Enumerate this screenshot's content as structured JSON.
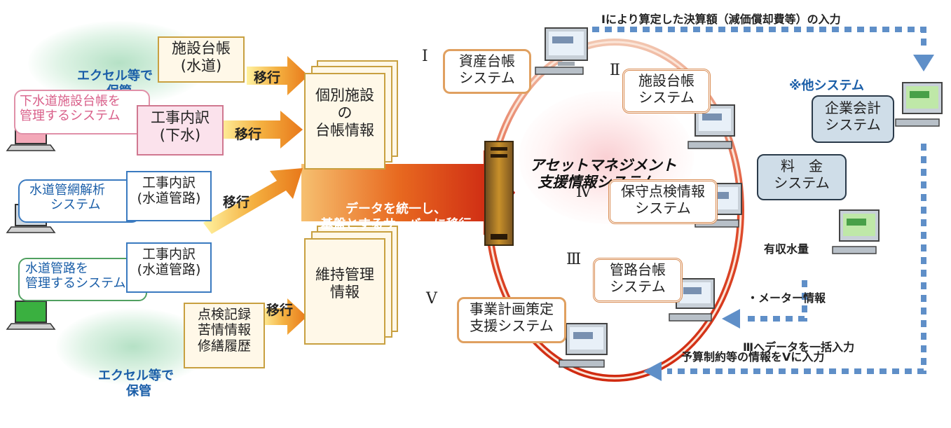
{
  "left": {
    "excel_top": {
      "line1": "エクセル等で",
      "line2": "保管"
    },
    "excel_bottom": {
      "line1": "エクセル等で",
      "line2": "保管"
    },
    "docs": {
      "facility_water": {
        "line1": "施設台帳",
        "line2": "(水道)"
      },
      "sewer_works": {
        "line1": "工事内訳",
        "line2": "(下水)"
      },
      "pipe_works_1": {
        "line1": "工事内訳",
        "line2": "(水道管路)"
      },
      "pipe_works_2": {
        "line1": "工事内訳",
        "line2": "(水道管路)"
      },
      "inspection": {
        "line1": "点検記録",
        "line2": "苦情情報",
        "line3": "修繕履歴"
      }
    },
    "systems": {
      "sewer_ledger": {
        "line1": "下水道施設台帳を",
        "line2": "管理するシステム"
      },
      "network_analysis": {
        "line1": "水道管網解析",
        "line2": "システム"
      },
      "pipe_mgmt": {
        "line1": "水道管路を",
        "line2": "管理するシステム"
      }
    },
    "migrate_labels": [
      "移行",
      "移行",
      "移行",
      "移行"
    ]
  },
  "center": {
    "individual": {
      "line1": "個別施設",
      "line2": "の",
      "line3": "台帳情報"
    },
    "maintenance": {
      "line1": "維持管理",
      "line2": "情報"
    },
    "big_arrow": {
      "line1": "データを統一し、",
      "line2": "基盤とするサーバーに移行"
    }
  },
  "ring": {
    "title": {
      "line1": "アセットマネジメント",
      "line2": "支援情報システム"
    },
    "romans": {
      "r1": "Ⅰ",
      "r2": "Ⅱ",
      "r3": "Ⅲ",
      "r4": "Ⅳ",
      "r5": "Ⅴ"
    },
    "asset": {
      "line1": "資産台帳",
      "line2": "システム"
    },
    "facility": {
      "line1": "施設台帳",
      "line2": "システム"
    },
    "maint": {
      "line1": "保守点検情報",
      "line2": "システム"
    },
    "pipe": {
      "line1": "管路台帳",
      "line2": "システム"
    },
    "plan": {
      "line1": "事業計画策定",
      "line2": "支援システム"
    }
  },
  "right": {
    "top_note": "Ⅰにより算定した決算額（減価償却費等）の入力",
    "other_title": "※他システム",
    "accounting": {
      "line1": "企業会計",
      "line2": "システム"
    },
    "billing": {
      "line1": "料　金",
      "line2": "システム"
    },
    "billing_note": {
      "line1": "有収水量",
      "line2": "・メーター情報",
      "line3": "Ⅲへデータを一括入力"
    },
    "bottom_note": "予算制約等の情報をⅤに入力"
  },
  "colors": {
    "blue_text": "#1a5ea8",
    "dashed_blue": "#5f8fc8",
    "ring_red": "#d83a1a",
    "arrow_orange": "#e8912a"
  }
}
